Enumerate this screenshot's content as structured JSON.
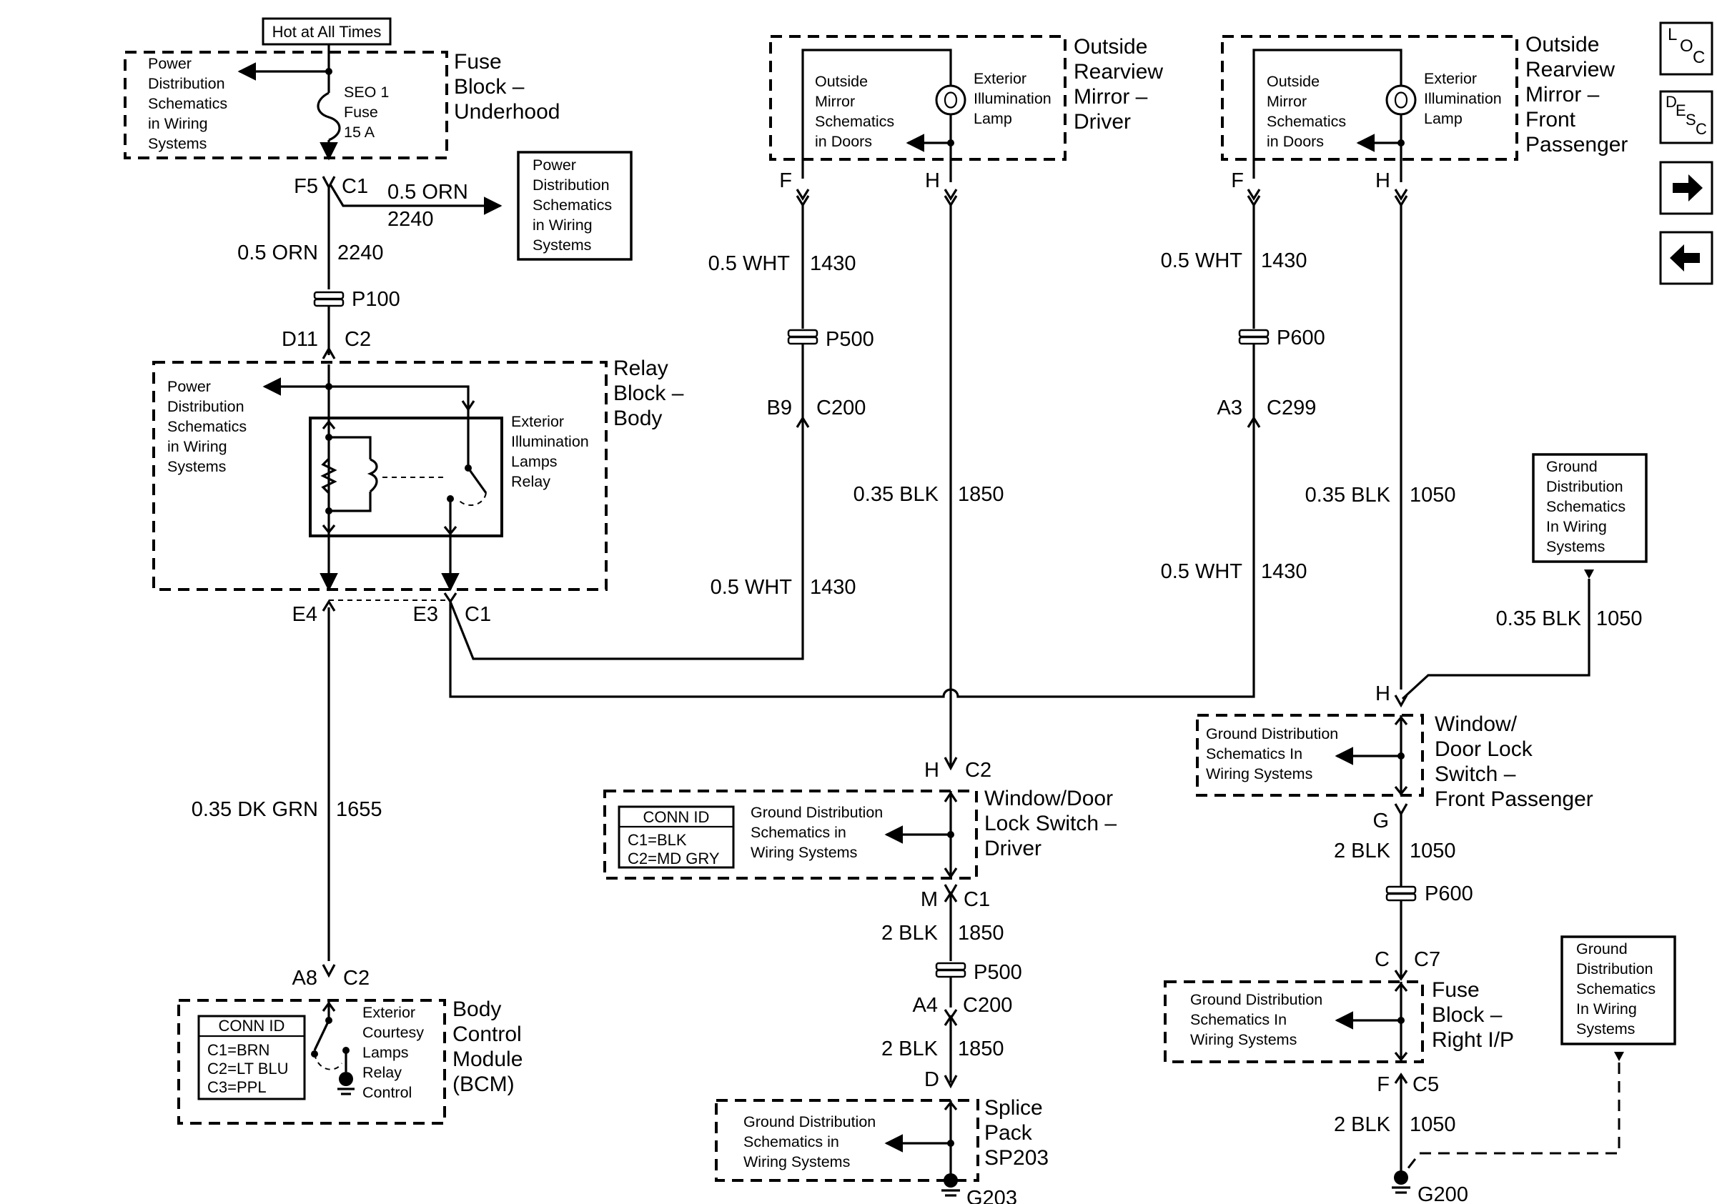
{
  "header": {
    "hot_label": "Hot at All Times"
  },
  "components": {
    "fuse_block_underhood": {
      "title": [
        "Fuse",
        "Block –",
        "Underhood"
      ],
      "fuse": [
        "SEO 1",
        "Fuse",
        "15 A"
      ],
      "pd_ref": [
        "Power",
        "Distribution",
        "Schematics",
        "in Wiring",
        "Systems"
      ]
    },
    "pd_ref_box_top": [
      "Power",
      "Distribution",
      "Schematics",
      "in Wiring",
      "Systems"
    ],
    "relay_block": {
      "title": [
        "Relay",
        "Block –",
        "Body"
      ],
      "pd_ref": [
        "Power",
        "Distribution",
        "Schematics",
        "in Wiring",
        "Systems"
      ],
      "relay": [
        "Exterior",
        "Illumination",
        "Lamps",
        "Relay"
      ]
    },
    "mirror_driver": {
      "title": [
        "Outside",
        "Rearview",
        "Mirror –",
        "Driver"
      ],
      "ref": [
        "Outside",
        "Mirror",
        "Schematics",
        "in Doors"
      ],
      "lamp": [
        "Exterior",
        "Illumination",
        "Lamp"
      ]
    },
    "mirror_passenger": {
      "title": [
        "Outside",
        "Rearview",
        "Mirror –",
        "Front",
        "Passenger"
      ],
      "ref": [
        "Outside",
        "Mirror",
        "Schematics",
        "in Doors"
      ],
      "lamp": [
        "Exterior",
        "Illumination",
        "Lamp"
      ]
    },
    "switch_driver": {
      "title": [
        "Window/Door",
        "Lock Switch –",
        "Driver"
      ],
      "conn_title": "CONN ID",
      "conn_rows": [
        "C1=BLK",
        "C2=MD GRY"
      ],
      "ref": [
        "Ground Distribution",
        "Schematics in",
        "Wiring Systems"
      ]
    },
    "switch_passenger": {
      "title": [
        "Window/",
        "Door Lock",
        "Switch –",
        "Front Passenger"
      ],
      "ref": [
        "Ground Distribution",
        "Schematics In",
        "Wiring Systems"
      ]
    },
    "fuse_block_ip": {
      "title": [
        "Fuse",
        "Block –",
        "Right I/P"
      ],
      "ref": [
        "Ground Distribution",
        "Schematics In",
        "Wiring Systems"
      ]
    },
    "splice_pack": {
      "title": [
        "Splice",
        "Pack",
        "SP203"
      ],
      "ref": [
        "Ground Distribution",
        "Schematics in",
        "Wiring Systems"
      ]
    },
    "bcm": {
      "title": [
        "Body",
        "Control",
        "Module",
        "(BCM)"
      ],
      "conn_title": "CONN ID",
      "conn_rows": [
        "C1=BRN",
        "C2=LT BLU",
        "C3=PPL"
      ],
      "relay": [
        "Exterior",
        "Courtesy",
        "Lamps",
        "Relay",
        "Control"
      ]
    },
    "gd_ref_box_right": [
      "Ground",
      "Distribution",
      "Schematics",
      "In Wiring",
      "Systems"
    ],
    "gd_ref_box_bottom": [
      "Ground",
      "Distribution",
      "Schematics",
      "In Wiring",
      "Systems"
    ]
  },
  "connectors": {
    "f5": "F5",
    "c1_fuse": "C1",
    "p100": "P100",
    "d11": "D11",
    "c2_relay": "C2",
    "e4": "E4",
    "e3": "E3",
    "c1_relay": "C1",
    "a8": "A8",
    "c2_bcm": "C2",
    "mir_d_f": "F",
    "mir_d_h": "H",
    "p500_top": "P500",
    "b9": "B9",
    "c200_top": "C200",
    "mir_p_f": "F",
    "mir_p_h": "H",
    "p600_top": "P600",
    "a3": "A3",
    "c299": "C299",
    "h_sw_d": "H",
    "c2_sw_d": "C2",
    "m": "M",
    "c1_sw_d": "C1",
    "p500_bot": "P500",
    "a4": "A4",
    "c200_bot": "C200",
    "d_splice": "D",
    "g203": "G203",
    "h_sw_p": "H",
    "g_sw_p": "G",
    "p600_bot": "P600",
    "c_ip": "C",
    "c7": "C7",
    "f_ip": "F",
    "c5": "C5",
    "g200": "G200"
  },
  "wires": {
    "orn_out": [
      "0.5 ORN",
      "2240"
    ],
    "orn_main": [
      "0.5 ORN",
      "2240"
    ],
    "wht_d_top": [
      "0.5 WHT",
      "1430"
    ],
    "wht_d_bot": [
      "0.5 WHT",
      "1430"
    ],
    "blk_d": [
      "0.35 BLK",
      "1850"
    ],
    "wht_p_top": [
      "0.5 WHT",
      "1430"
    ],
    "wht_p_bot": [
      "0.5 WHT",
      "1430"
    ],
    "blk_p": [
      "0.35 BLK",
      "1050"
    ],
    "blk_gnd": [
      "0.35 BLK",
      "1050"
    ],
    "dkgrn": [
      "0.35 DK GRN",
      "1655"
    ],
    "blk2_1850_a": [
      "2 BLK",
      "1850"
    ],
    "blk2_1850_b": [
      "2 BLK",
      "1850"
    ],
    "blk2_1050_a": [
      "2 BLK",
      "1050"
    ],
    "blk2_1050_b": [
      "2 BLK",
      "1050"
    ]
  },
  "nav": {
    "loc": {
      "letters": [
        "L",
        "O",
        "C"
      ],
      "icon": "loc-icon"
    },
    "desc": {
      "letters": [
        "D",
        "E",
        "S",
        "C"
      ],
      "icon": "desc-icon"
    },
    "next": {
      "icon": "arrow-right-icon"
    },
    "prev": {
      "icon": "arrow-left-icon"
    }
  }
}
